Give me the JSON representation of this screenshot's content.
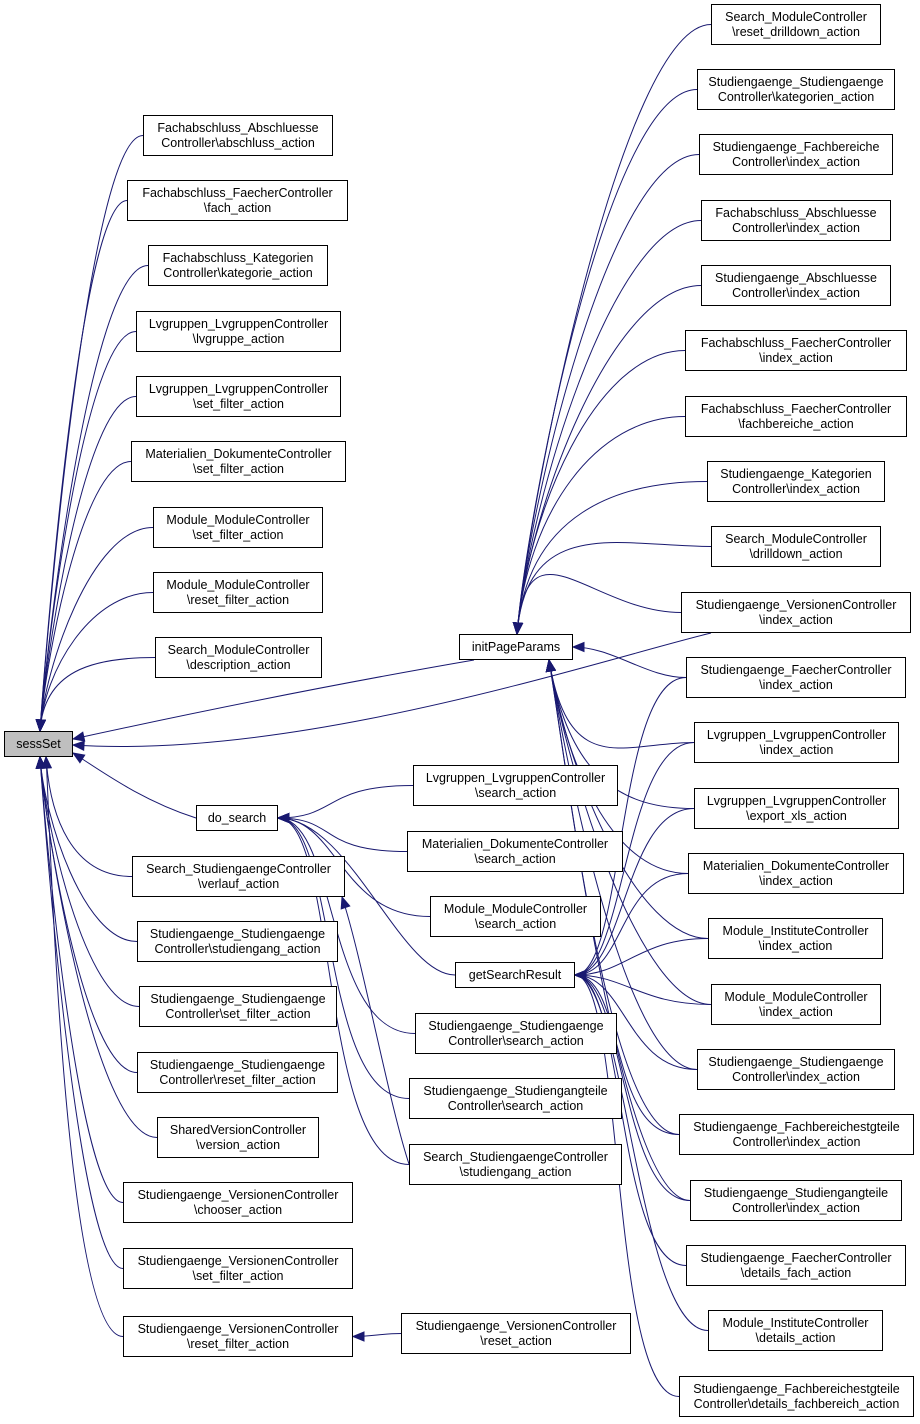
{
  "colors": {
    "edge": "#191970",
    "node_border": "#000000",
    "root_fill": "#bfbfbf",
    "node_fill": "#ffffff"
  },
  "root": {
    "lines": [
      "sessSet"
    ]
  },
  "hubs": {
    "initPageParams": {
      "lines": [
        "initPageParams"
      ]
    },
    "do_search": {
      "lines": [
        "do_search"
      ]
    },
    "getSearchResult": {
      "lines": [
        "getSearchResult"
      ]
    },
    "search_verlauf": {
      "lines": [
        "Search_StudiengaengeController",
        "\\verlauf_action"
      ]
    },
    "versionen_reset_filter": {
      "lines": [
        "Studiengaenge_VersionenController",
        "\\reset_filter_action"
      ]
    }
  },
  "left_callers": [
    {
      "id": "fa_abschluss",
      "lines": [
        "Fachabschluss_Abschluesse",
        "Controller\\abschluss_action"
      ]
    },
    {
      "id": "fa_fach",
      "lines": [
        "Fachabschluss_FaecherController",
        "\\fach_action"
      ]
    },
    {
      "id": "fa_kategorie",
      "lines": [
        "Fachabschluss_Kategorien",
        "Controller\\kategorie_action"
      ]
    },
    {
      "id": "lvg_lvgruppe",
      "lines": [
        "Lvgruppen_LvgruppenController",
        "\\lvgruppe_action"
      ]
    },
    {
      "id": "lvg_setfilter",
      "lines": [
        "Lvgruppen_LvgruppenController",
        "\\set_filter_action"
      ]
    },
    {
      "id": "mat_setfilter",
      "lines": [
        "Materialien_DokumenteController",
        "\\set_filter_action"
      ]
    },
    {
      "id": "mod_setfilter",
      "lines": [
        "Module_ModuleController",
        "\\set_filter_action"
      ]
    },
    {
      "id": "mod_resetfilter",
      "lines": [
        "Module_ModuleController",
        "\\reset_filter_action"
      ]
    },
    {
      "id": "search_description",
      "lines": [
        "Search_ModuleController",
        "\\description_action"
      ]
    },
    {
      "id": "stg_studiengang",
      "lines": [
        "Studiengaenge_Studiengaenge",
        "Controller\\studiengang_action"
      ]
    },
    {
      "id": "stg_setfilter",
      "lines": [
        "Studiengaenge_Studiengaenge",
        "Controller\\set_filter_action"
      ]
    },
    {
      "id": "stg_resetfilter",
      "lines": [
        "Studiengaenge_Studiengaenge",
        "Controller\\reset_filter_action"
      ]
    },
    {
      "id": "shared_version",
      "lines": [
        "SharedVersionController",
        "\\version_action"
      ]
    },
    {
      "id": "ver_chooser",
      "lines": [
        "Studiengaenge_VersionenController",
        "\\chooser_action"
      ]
    },
    {
      "id": "ver_setfilter",
      "lines": [
        "Studiengaenge_VersionenController",
        "\\set_filter_action"
      ]
    }
  ],
  "middle_callers": [
    {
      "id": "lvg_search",
      "lines": [
        "Lvgruppen_LvgruppenController",
        "\\search_action"
      ]
    },
    {
      "id": "mat_search",
      "lines": [
        "Materialien_DokumenteController",
        "\\search_action"
      ]
    },
    {
      "id": "mod_search",
      "lines": [
        "Module_ModuleController",
        "\\search_action"
      ]
    },
    {
      "id": "stg_search",
      "lines": [
        "Studiengaenge_Studiengaenge",
        "Controller\\search_action"
      ]
    },
    {
      "id": "stgteile_search",
      "lines": [
        "Studiengaenge_Studiengangteile",
        "Controller\\search_action"
      ]
    },
    {
      "id": "search_stg",
      "lines": [
        "Search_StudiengaengeController",
        "\\studiengang_action"
      ]
    },
    {
      "id": "ver_reset",
      "lines": [
        "Studiengaenge_VersionenController",
        "\\reset_action"
      ]
    }
  ],
  "right_callers": [
    {
      "id": "search_resetdrill",
      "lines": [
        "Search_ModuleController",
        "\\reset_drilldown_action"
      ]
    },
    {
      "id": "stg_kategorien",
      "lines": [
        "Studiengaenge_Studiengaenge",
        "Controller\\kategorien_action"
      ]
    },
    {
      "id": "stg_fb_index",
      "lines": [
        "Studiengaenge_Fachbereiche",
        "Controller\\index_action"
      ]
    },
    {
      "id": "fa_abschl_index",
      "lines": [
        "Fachabschluss_Abschluesse",
        "Controller\\index_action"
      ]
    },
    {
      "id": "stg_abschl_index",
      "lines": [
        "Studiengaenge_Abschluesse",
        "Controller\\index_action"
      ]
    },
    {
      "id": "fa_faecher_index",
      "lines": [
        "Fachabschluss_FaecherController",
        "\\index_action"
      ]
    },
    {
      "id": "fa_faecher_fb",
      "lines": [
        "Fachabschluss_FaecherController",
        "\\fachbereiche_action"
      ]
    },
    {
      "id": "stg_kat_index",
      "lines": [
        "Studiengaenge_Kategorien",
        "Controller\\index_action"
      ]
    },
    {
      "id": "search_drilldown",
      "lines": [
        "Search_ModuleController",
        "\\drilldown_action"
      ]
    },
    {
      "id": "ver_index",
      "lines": [
        "Studiengaenge_VersionenController",
        "\\index_action"
      ]
    },
    {
      "id": "stg_faecher_index",
      "lines": [
        "Studiengaenge_FaecherController",
        "\\index_action"
      ]
    },
    {
      "id": "lvg_index",
      "lines": [
        "Lvgruppen_LvgruppenController",
        "\\index_action"
      ]
    },
    {
      "id": "lvg_exportxls",
      "lines": [
        "Lvgruppen_LvgruppenController",
        "\\export_xls_action"
      ]
    },
    {
      "id": "mat_index",
      "lines": [
        "Materialien_DokumenteController",
        "\\index_action"
      ]
    },
    {
      "id": "mod_inst_index",
      "lines": [
        "Module_InstituteController",
        "\\index_action"
      ]
    },
    {
      "id": "mod_mod_index",
      "lines": [
        "Module_ModuleController",
        "\\index_action"
      ]
    },
    {
      "id": "stg_stg_index",
      "lines": [
        "Studiengaenge_Studiengaenge",
        "Controller\\index_action"
      ]
    },
    {
      "id": "stg_fbteile_index",
      "lines": [
        "Studiengaenge_Fachbereichestgteile",
        "Controller\\index_action"
      ]
    },
    {
      "id": "stg_teile_index",
      "lines": [
        "Studiengaenge_Studiengangteile",
        "Controller\\index_action"
      ]
    },
    {
      "id": "stg_faecher_details",
      "lines": [
        "Studiengaenge_FaecherController",
        "\\details_fach_action"
      ]
    },
    {
      "id": "mod_inst_details",
      "lines": [
        "Module_InstituteController",
        "\\details_action"
      ]
    },
    {
      "id": "stg_fbteile_details",
      "lines": [
        "Studiengaenge_Fachbereichestgteile",
        "Controller\\details_fachbereich_action"
      ]
    }
  ]
}
